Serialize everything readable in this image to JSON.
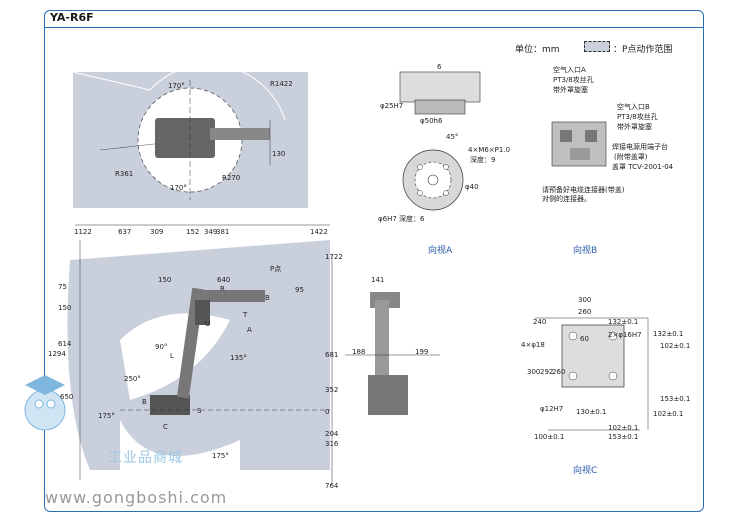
{
  "header": {
    "title": "YA-R6F"
  },
  "legend": {
    "unit_label": "单位：mm",
    "area_label": "：P点动作范围",
    "area_color": "#c9d0dc"
  },
  "top_view": {
    "angle_top": "170°",
    "angle_bottom": "170°",
    "r_outer": "R1422",
    "r_inner": "R361",
    "r_small": "R270",
    "dim_130": "130"
  },
  "side_view": {
    "top_dims": [
      "1122",
      "637",
      "309",
      "152",
      "349",
      "381",
      "1422"
    ],
    "right_dims": [
      "1722",
      "681",
      "352",
      "0",
      "204",
      "316",
      "764"
    ],
    "left_dims": [
      "75",
      "150",
      "614",
      "1294",
      "650"
    ],
    "arm_dims": [
      "150",
      "640",
      "95"
    ],
    "labels": {
      "p_point": "P点",
      "r": "R",
      "b": "B",
      "t": "T",
      "a": "A",
      "u": "U",
      "l": "L",
      "s": "S",
      "c": "C",
      "b2": "B"
    },
    "angles": [
      "90°",
      "135°",
      "250°",
      "175°",
      "175°"
    ]
  },
  "mid_view": {
    "dims": [
      "141",
      "188",
      "199"
    ]
  },
  "view_a": {
    "caption": "向视A",
    "hole1": "φ25H7",
    "hole2": "φ50h6",
    "thread": "4×M6×P1.0",
    "thread_depth": "深度：9",
    "pcd": "φ40",
    "pin": "φ6H7 深度：6",
    "angle": "45°",
    "dim6": "6"
  },
  "view_b": {
    "caption": "向视B",
    "air_a": "空气入口A",
    "air_a_sub1": "PT3/8攻丝孔",
    "air_a_sub2": "带外罩旋塞",
    "air_b": "空气入口B",
    "air_b_sub1": "PT3/8攻丝孔",
    "air_b_sub2": "带外罩旋塞",
    "weld": "焊接电源用端子台",
    "weld_sub": "(附带盖罩)",
    "cover": "盖罩 TCV-2001-04",
    "conn": "请预备好电缆连接器(带盖)",
    "conn_sub": "对侧的连接器。"
  },
  "view_c": {
    "caption": "向视C",
    "top_dims": [
      "300",
      "260",
      "240",
      "60",
      "132±0.1"
    ],
    "hole_a": "4×φ18",
    "hole_b": "2×φ16H7",
    "pin": "φ12H7",
    "left_dims": [
      "300",
      "292",
      "260"
    ],
    "bottom_dims": [
      "130±0.1",
      "100±0.1",
      "102±0.1",
      "153±0.1"
    ],
    "right_dims": [
      "102±0.1",
      "153±0.1",
      "132±0.1",
      "102±0.1"
    ]
  },
  "watermark": {
    "company": "工业品商城",
    "site": "www.gongboshi.com",
    "brand_color": "#2c6fb3"
  }
}
